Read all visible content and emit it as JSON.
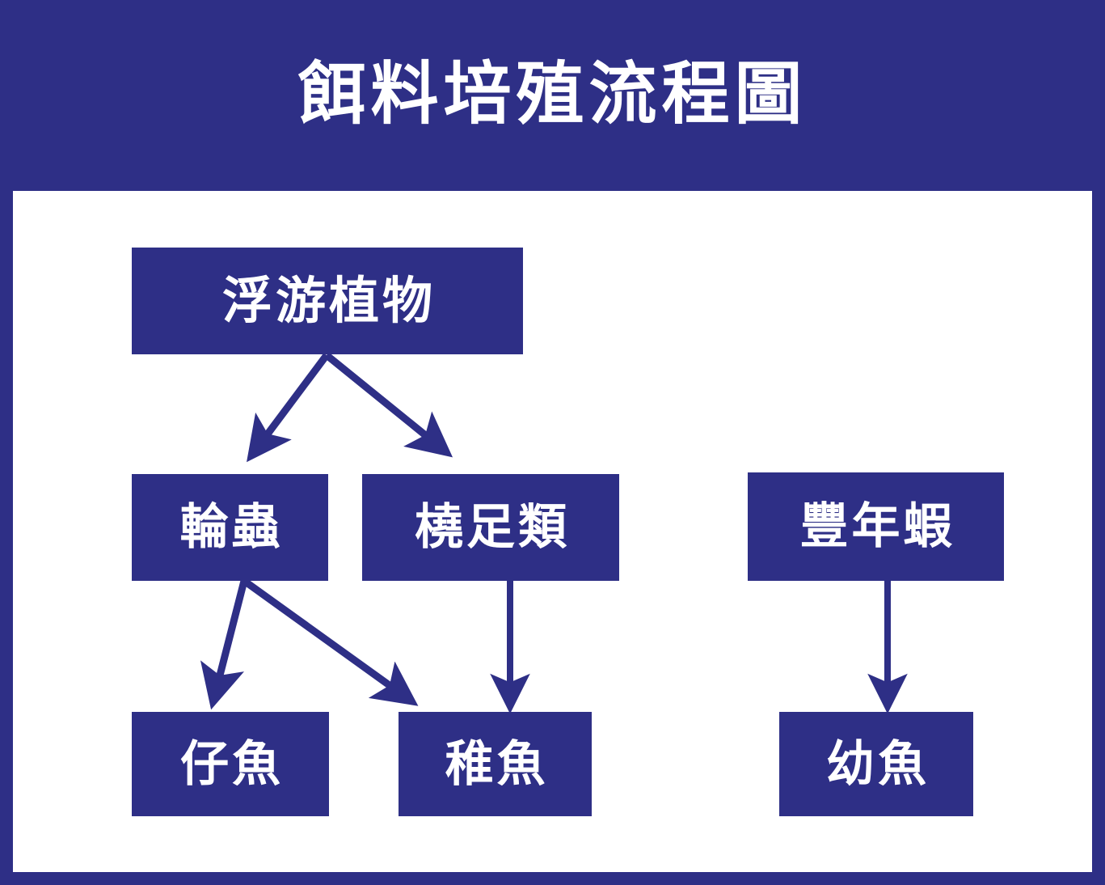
{
  "header": {
    "title": "餌料培殖流程圖",
    "background_color": "#2e2f86",
    "text_color": "#ffffff"
  },
  "canvas": {
    "background_color": "#ffffff",
    "border_color": "#2e2f86"
  },
  "diagram": {
    "type": "flowchart",
    "node_fill": "#2e2f86",
    "node_text_color": "#ffffff",
    "edge_color": "#2e2f86",
    "nodes": [
      {
        "id": "phytoplankton",
        "label": "浮游植物",
        "row": 1,
        "column": 1
      },
      {
        "id": "rotifer",
        "label": "輪蟲",
        "row": 2,
        "column": 1
      },
      {
        "id": "copepod",
        "label": "橈足類",
        "row": 2,
        "column": 2
      },
      {
        "id": "brine-shrimp",
        "label": "豐年蝦",
        "row": 2,
        "column": 3
      },
      {
        "id": "larval-fish",
        "label": "仔魚",
        "row": 3,
        "column": 1
      },
      {
        "id": "juvenile-fish",
        "label": "稚魚",
        "row": 3,
        "column": 2
      },
      {
        "id": "young-fish",
        "label": "幼魚",
        "row": 3,
        "column": 3
      }
    ],
    "edges": [
      {
        "from": "phytoplankton",
        "to": "rotifer"
      },
      {
        "from": "phytoplankton",
        "to": "copepod"
      },
      {
        "from": "rotifer",
        "to": "larval-fish"
      },
      {
        "from": "rotifer",
        "to": "juvenile-fish"
      },
      {
        "from": "copepod",
        "to": "juvenile-fish"
      },
      {
        "from": "brine-shrimp",
        "to": "young-fish"
      }
    ]
  }
}
